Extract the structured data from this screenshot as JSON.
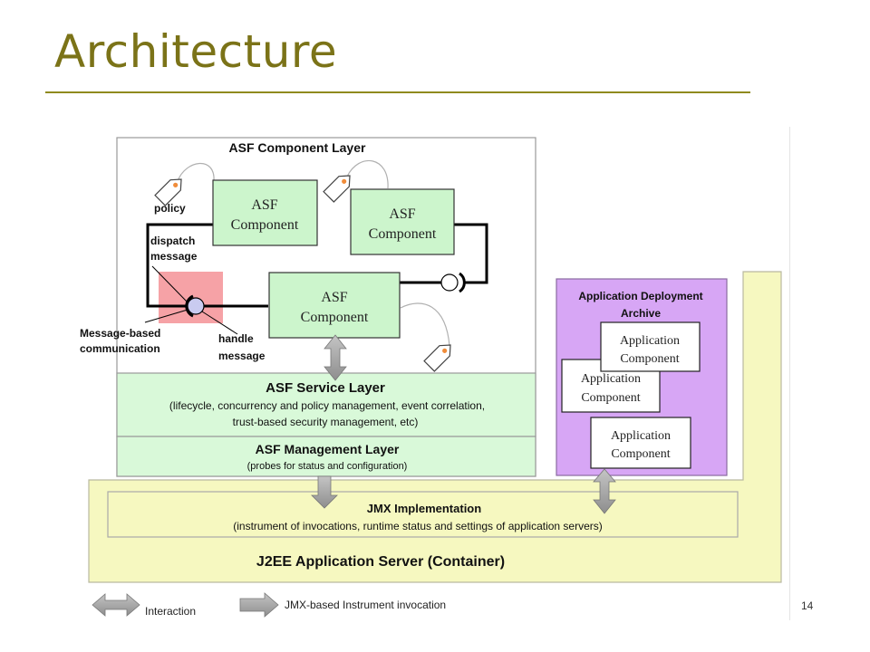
{
  "slide": {
    "title": "Architecture",
    "page_number": "14"
  },
  "colors": {
    "title": "#7b7318",
    "component_fill": "#ccf5cc",
    "service_fill": "#d9f9d9",
    "container_fill": "#f6f8c0",
    "archive_fill": "#d7a6f5",
    "dispatch_highlight": "#f6a2a6"
  },
  "component_layer": {
    "title": "ASF Component Layer",
    "components": [
      {
        "line1": "ASF",
        "line2": "Component"
      },
      {
        "line1": "ASF",
        "line2": "Component"
      },
      {
        "line1": "ASF",
        "line2": "Component"
      }
    ],
    "policy_label": "policy",
    "dispatch_label": [
      "dispatch",
      "message"
    ],
    "communication_label": [
      "Message-based",
      "communication"
    ],
    "handle_label": [
      "handle",
      "message"
    ]
  },
  "service_layer": {
    "title": "ASF Service Layer",
    "desc_line1": "(lifecycle, concurrency and policy management, event correlation,",
    "desc_line2": "trust-based security management, etc)"
  },
  "management_layer": {
    "title": "ASF Management Layer",
    "desc": "(probes for status and configuration)"
  },
  "deployment_archive": {
    "title_line1": "Application Deployment",
    "title_line2": "Archive",
    "components": [
      {
        "line1": "Application",
        "line2": "Component"
      },
      {
        "line1": "Application",
        "line2": "Component"
      },
      {
        "line1": "Application",
        "line2": "Component"
      }
    ]
  },
  "jmx": {
    "title": "JMX Implementation",
    "desc": "(instrument of invocations, runtime status and settings of application servers)"
  },
  "container": {
    "title": "J2EE Application Server (Container)"
  },
  "legend": {
    "interaction": "Interaction",
    "jmx_invocation": "JMX-based Instrument invocation"
  }
}
